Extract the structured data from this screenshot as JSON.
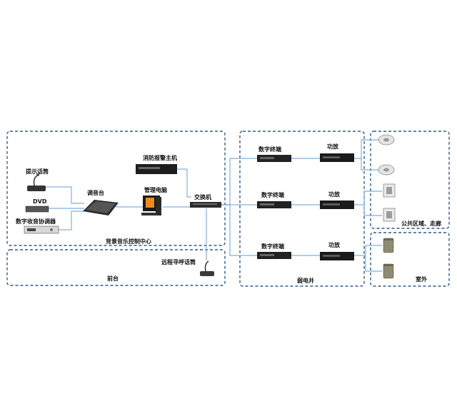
{
  "zones": {
    "control_center": "背景音乐控制中心",
    "front_desk": "前台",
    "weak_shaft": "弱电井",
    "public_area": "公共区域、走廊",
    "outdoor": "室外"
  },
  "devices": {
    "prompt_mic": "提示话筒",
    "dvd": "DVD",
    "tuner": "数字收音协调器",
    "mixer": "调音台",
    "fire_alarm": "消防报警主机",
    "pc": "管理电脑",
    "switch": "交换机",
    "remote_mic": "远程寻呼话筒",
    "terminal_1": "数字终端",
    "terminal_2": "数字终端",
    "terminal_3": "数字终端",
    "amp_1": "功放",
    "amp_2": "功放",
    "amp_3": "功放"
  },
  "colors": {
    "zone_border": "#2f5d8a",
    "wire": "#7fb0dc",
    "device_dark": "#222222"
  }
}
